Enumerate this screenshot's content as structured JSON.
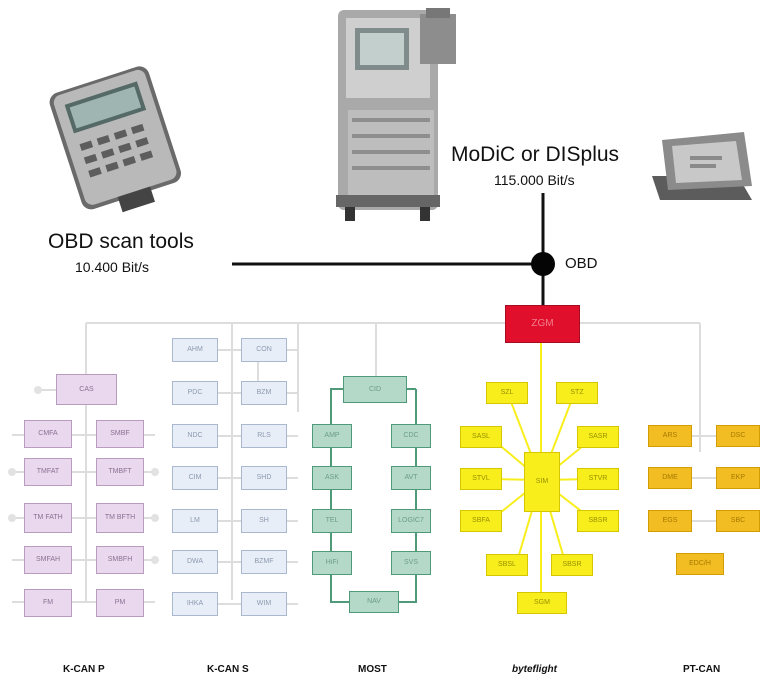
{
  "labels": {
    "modic": "MoDiC or DISplus",
    "modic_rate": "115.000 Bit/s",
    "obd_tools": "OBD scan tools",
    "obd_rate": "10.400 Bit/s",
    "obd": "OBD"
  },
  "buses": [
    "K-CAN P",
    "K-CAN S",
    "MOST",
    "byteflight",
    "PT-CAN"
  ],
  "gateway": "ZGM",
  "kcan_p": [
    "CAS",
    "CMFA",
    "SMBF",
    "TMFAT",
    "TMBFT",
    "TM FATH",
    "TM BFTH",
    "SMFAH",
    "SMBFH",
    "PM"
  ],
  "kcan_s": [
    "AHM",
    "CON",
    "PDC",
    "BZM",
    "NDC",
    "RLS",
    "CIM",
    "SHD",
    "LM",
    "SH",
    "DWA",
    "BZMF",
    "IHKA",
    "WIM"
  ],
  "most": [
    "CID",
    "AMP",
    "CDC",
    "ASK",
    "AVT",
    "TEL",
    "LOGIC7",
    "HiFi",
    "SVS",
    "NAV"
  ],
  "byteflight": [
    "SIM",
    "SZL",
    "STZ",
    "SASL",
    "SASR",
    "STVL",
    "STVR",
    "SBFA",
    "SBSR",
    "SBSL",
    "SBSR",
    "SGM"
  ],
  "pt_can": [
    "ARS",
    "DSC",
    "DME",
    "EKP",
    "EGS",
    "SBC",
    "EDC/H"
  ]
}
